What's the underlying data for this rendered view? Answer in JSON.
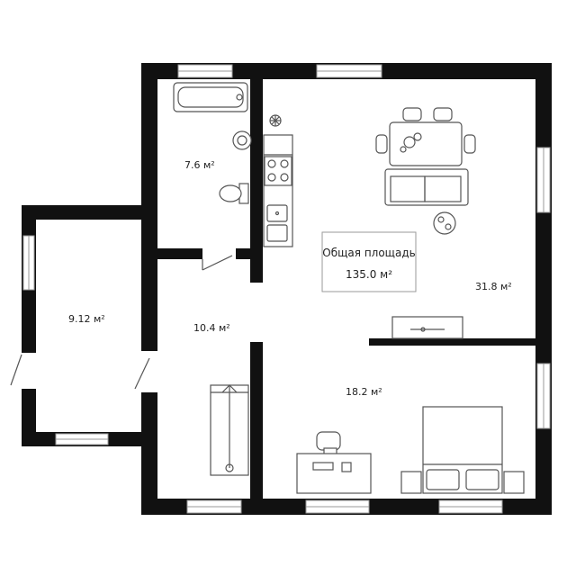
{
  "plan": {
    "total_area": {
      "label": "Общая площадь",
      "value": "135.0 м²"
    },
    "rooms": [
      {
        "id": "bathroom",
        "area": "7.6 м²"
      },
      {
        "id": "living-kitchen",
        "area": "31.8 м²"
      },
      {
        "id": "left-room",
        "area": "9.12 м²"
      },
      {
        "id": "hall",
        "area": "10.4 м²"
      },
      {
        "id": "bedroom",
        "area": "18.2 м²"
      }
    ]
  }
}
